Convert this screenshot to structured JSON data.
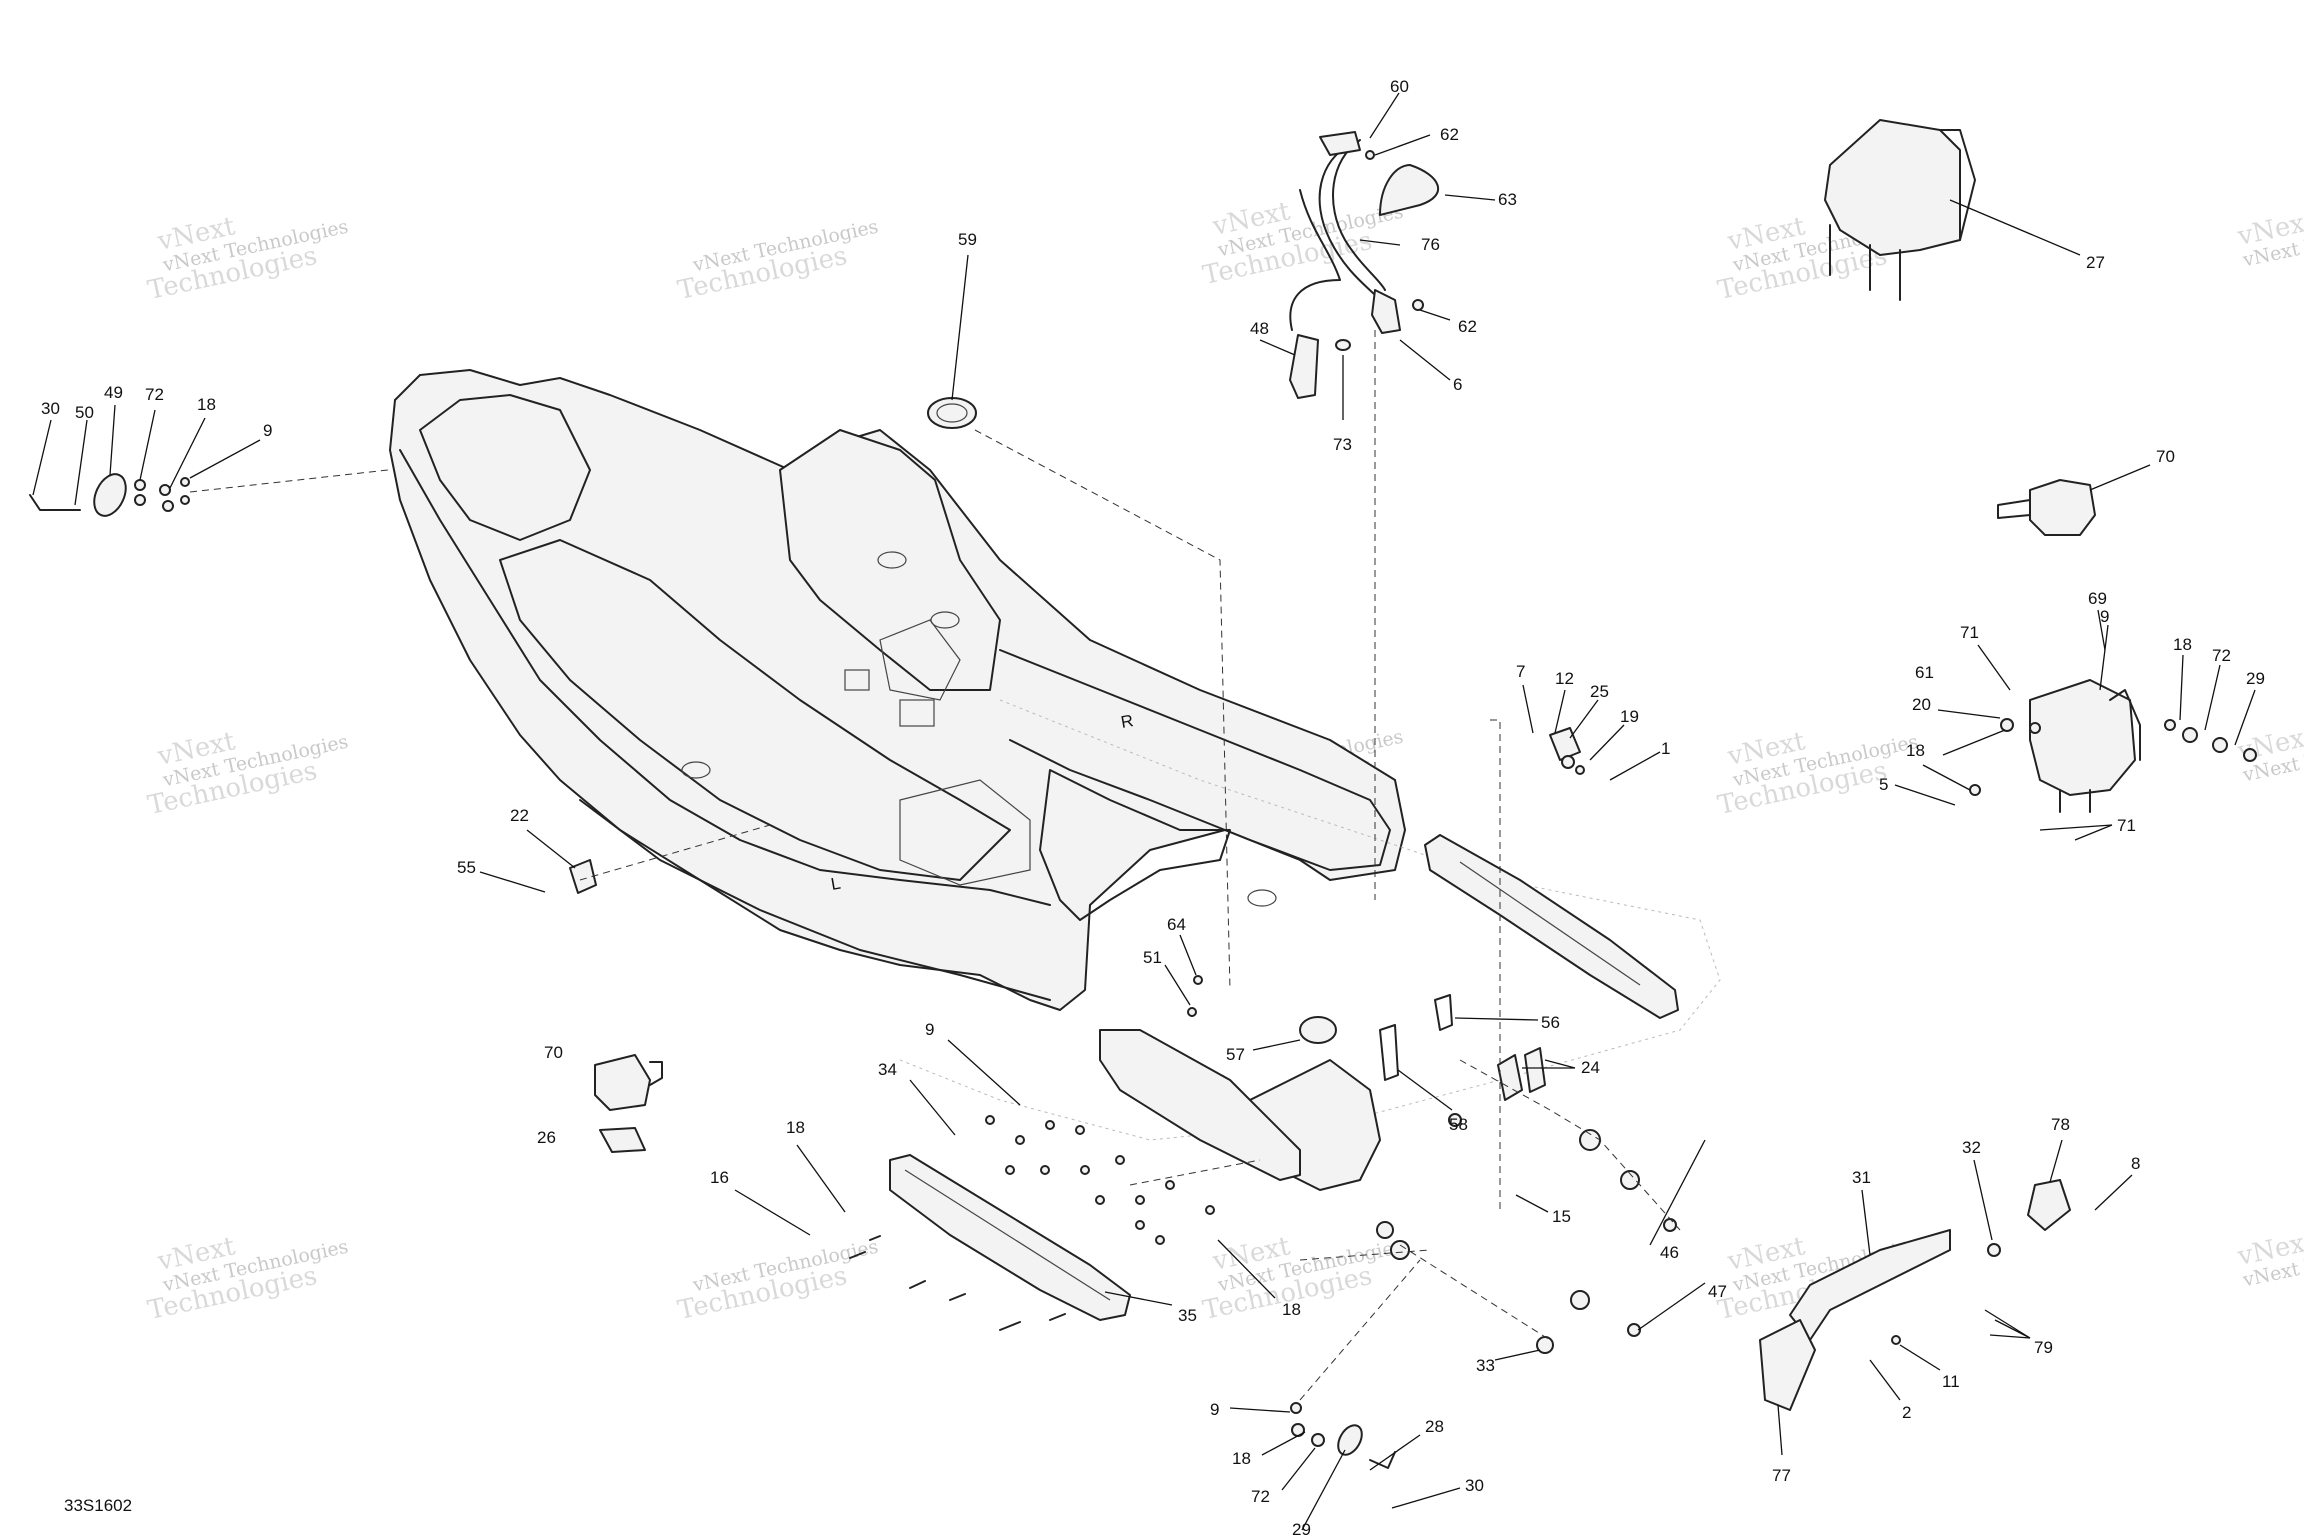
{
  "diagram": {
    "code": "33S1602",
    "watermark_line1": "vNext Technologies",
    "watermark_line2": "Technologies",
    "watermark_big": "vNext",
    "hull_letters": {
      "right": "R",
      "left": "L"
    },
    "callouts": [
      {
        "id": "c60",
        "label": "60"
      },
      {
        "id": "c62a",
        "label": "62"
      },
      {
        "id": "c63",
        "label": "63"
      },
      {
        "id": "c76",
        "label": "76"
      },
      {
        "id": "c62b",
        "label": "62"
      },
      {
        "id": "c48",
        "label": "48"
      },
      {
        "id": "c6",
        "label": "6"
      },
      {
        "id": "c73",
        "label": "73"
      },
      {
        "id": "c59",
        "label": "59"
      },
      {
        "id": "c27",
        "label": "27"
      },
      {
        "id": "c70a",
        "label": "70"
      },
      {
        "id": "c30a",
        "label": "30"
      },
      {
        "id": "c50",
        "label": "50"
      },
      {
        "id": "c49",
        "label": "49"
      },
      {
        "id": "c72a",
        "label": "72"
      },
      {
        "id": "c18a",
        "label": "18"
      },
      {
        "id": "c9a",
        "label": "9"
      },
      {
        "id": "c69",
        "label": "69"
      },
      {
        "id": "c71a",
        "label": "71"
      },
      {
        "id": "c9b",
        "label": "9"
      },
      {
        "id": "c18b",
        "label": "18"
      },
      {
        "id": "c72b",
        "label": "72"
      },
      {
        "id": "c29a",
        "label": "29"
      },
      {
        "id": "c61",
        "label": "61"
      },
      {
        "id": "c20",
        "label": "20"
      },
      {
        "id": "c18c",
        "label": "18"
      },
      {
        "id": "c5",
        "label": "5"
      },
      {
        "id": "c71b",
        "label": "71"
      },
      {
        "id": "c7",
        "label": "7"
      },
      {
        "id": "c12",
        "label": "12"
      },
      {
        "id": "c25",
        "label": "25"
      },
      {
        "id": "c19",
        "label": "19"
      },
      {
        "id": "c1",
        "label": "1"
      },
      {
        "id": "c22",
        "label": "22"
      },
      {
        "id": "c55",
        "label": "55"
      },
      {
        "id": "c64",
        "label": "64"
      },
      {
        "id": "c51",
        "label": "51"
      },
      {
        "id": "c57",
        "label": "57"
      },
      {
        "id": "c56",
        "label": "56"
      },
      {
        "id": "c24",
        "label": "24"
      },
      {
        "id": "c58",
        "label": "58"
      },
      {
        "id": "c70b",
        "label": "70"
      },
      {
        "id": "c26",
        "label": "26"
      },
      {
        "id": "c9c",
        "label": "9"
      },
      {
        "id": "c34",
        "label": "34"
      },
      {
        "id": "c18d",
        "label": "18"
      },
      {
        "id": "c16",
        "label": "16"
      },
      {
        "id": "c35",
        "label": "35"
      },
      {
        "id": "c18e",
        "label": "18"
      },
      {
        "id": "c15",
        "label": "15"
      },
      {
        "id": "c46",
        "label": "46"
      },
      {
        "id": "c47",
        "label": "47"
      },
      {
        "id": "c33",
        "label": "33"
      },
      {
        "id": "c31",
        "label": "31"
      },
      {
        "id": "c32",
        "label": "32"
      },
      {
        "id": "c78",
        "label": "78"
      },
      {
        "id": "c8",
        "label": "8"
      },
      {
        "id": "c11",
        "label": "11"
      },
      {
        "id": "c2",
        "label": "2"
      },
      {
        "id": "c79",
        "label": "79"
      },
      {
        "id": "c77",
        "label": "77"
      },
      {
        "id": "c9d",
        "label": "9"
      },
      {
        "id": "c18f",
        "label": "18"
      },
      {
        "id": "c72c",
        "label": "72"
      },
      {
        "id": "c29b",
        "label": "29"
      },
      {
        "id": "c28",
        "label": "28"
      },
      {
        "id": "c30b",
        "label": "30"
      }
    ]
  }
}
